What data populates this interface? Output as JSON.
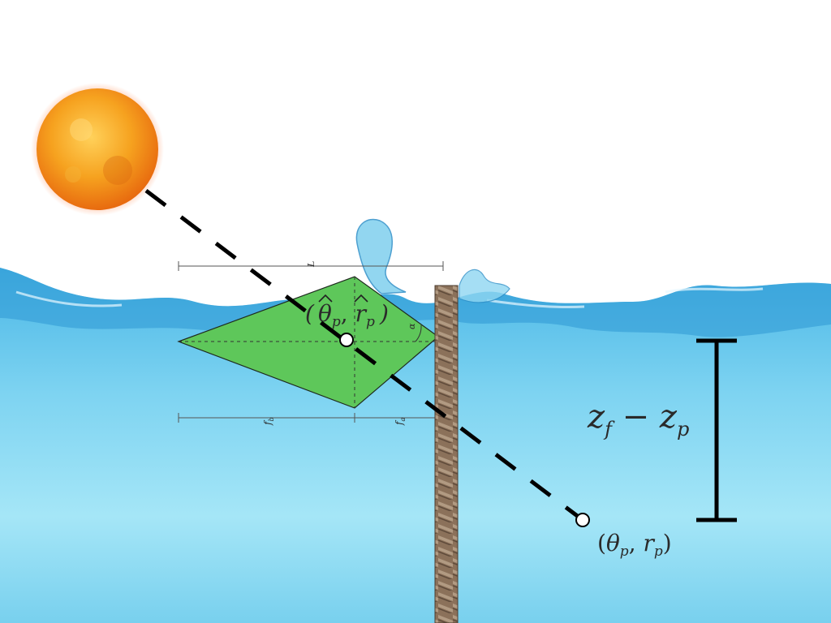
{
  "labels": {
    "length": "L",
    "angle": "α",
    "back_length": "f",
    "back_length_sub": "b",
    "front_length": "f",
    "front_length_sub": "a",
    "estimated_point": {
      "theta": "θ",
      "theta_sub": "p",
      "sep": ", ",
      "r": "r",
      "r_sub": "p"
    },
    "true_point": {
      "open": "(",
      "theta": "θ",
      "theta_sub": "p",
      "sep": ", ",
      "r": "r",
      "r_sub": "p",
      "close": ")"
    },
    "depth": {
      "zf": "z",
      "zf_sub": "f",
      "minus": " − ",
      "zp": "z",
      "zp_sub": "p"
    }
  },
  "colors": {
    "sky": "#ffffff",
    "water_top": "#5cc3ea",
    "water_bottom": "#9fe1f5",
    "float": "#5ec75a",
    "rope": "#8a6f55",
    "sun": "#f29a20"
  },
  "icons": [
    "sun-icon",
    "float-shape",
    "rope-icon"
  ]
}
